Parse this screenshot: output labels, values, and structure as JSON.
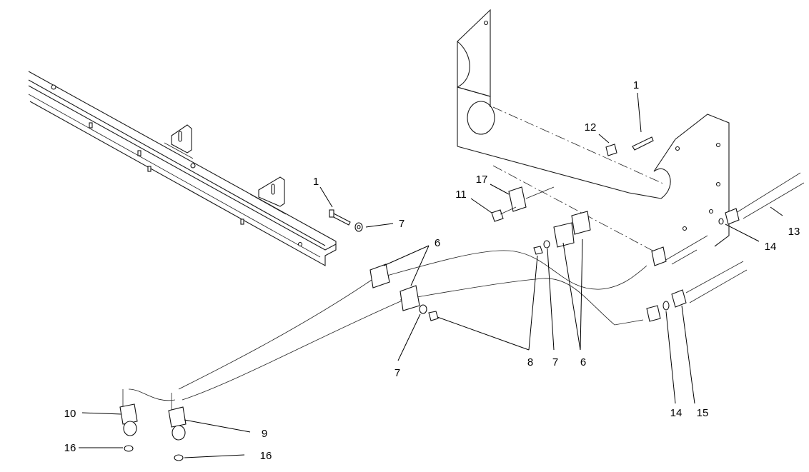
{
  "callouts": [
    {
      "id": "c1a",
      "label": "1"
    },
    {
      "id": "c1b",
      "label": "1"
    },
    {
      "id": "c12",
      "label": "12"
    },
    {
      "id": "c17",
      "label": "17"
    },
    {
      "id": "c11",
      "label": "11"
    },
    {
      "id": "c7a",
      "label": "7"
    },
    {
      "id": "c6a",
      "label": "6"
    },
    {
      "id": "c13",
      "label": "13"
    },
    {
      "id": "c14a",
      "label": "14"
    },
    {
      "id": "c8",
      "label": "8"
    },
    {
      "id": "c7b",
      "label": "7"
    },
    {
      "id": "c6b",
      "label": "6"
    },
    {
      "id": "c7c",
      "label": "7"
    },
    {
      "id": "c10",
      "label": "10"
    },
    {
      "id": "c9",
      "label": "9"
    },
    {
      "id": "c16a",
      "label": "16"
    },
    {
      "id": "c16b",
      "label": "16"
    },
    {
      "id": "c14b",
      "label": "14"
    },
    {
      "id": "c15",
      "label": "15"
    }
  ]
}
